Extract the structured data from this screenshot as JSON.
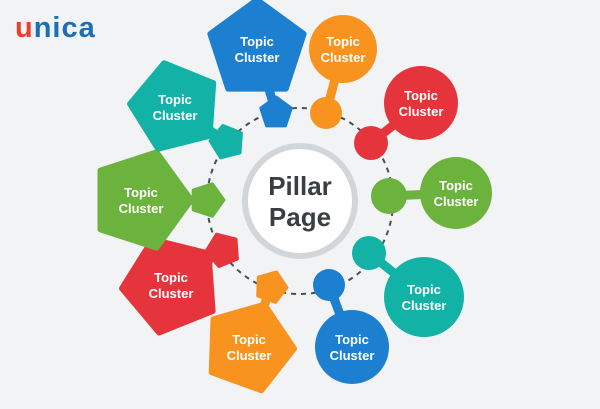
{
  "brand": {
    "logo_first_letter": "u",
    "logo_rest": "nica"
  },
  "pillar": {
    "line1": "Pillar",
    "line2": "Page"
  },
  "clusters": [
    {
      "line1": "Topic",
      "line2": "Cluster",
      "color": "#1c7fcf",
      "shape": "pentagon-icon"
    },
    {
      "line1": "Topic",
      "line2": "Cluster",
      "color": "#f7931e",
      "shape": "circle-icon"
    },
    {
      "line1": "Topic",
      "line2": "Cluster",
      "color": "#e5343c",
      "shape": "circle-icon"
    },
    {
      "line1": "Topic",
      "line2": "Cluster",
      "color": "#6cb33e",
      "shape": "circle-icon"
    },
    {
      "line1": "Topic",
      "line2": "Cluster",
      "color": "#13b2a7",
      "shape": "circle-icon"
    },
    {
      "line1": "Topic",
      "line2": "Cluster",
      "color": "#1c7fcf",
      "shape": "circle-icon"
    },
    {
      "line1": "Topic",
      "line2": "Cluster",
      "color": "#f7931e",
      "shape": "pentagon-icon"
    },
    {
      "line1": "Topic",
      "line2": "Cluster",
      "color": "#e5343c",
      "shape": "pentagon-icon"
    },
    {
      "line1": "Topic",
      "line2": "Cluster",
      "color": "#6cb33e",
      "shape": "pentagon-icon"
    },
    {
      "line1": "Topic",
      "line2": "Cluster",
      "color": "#13b2a7",
      "shape": "pentagon-icon"
    }
  ]
}
